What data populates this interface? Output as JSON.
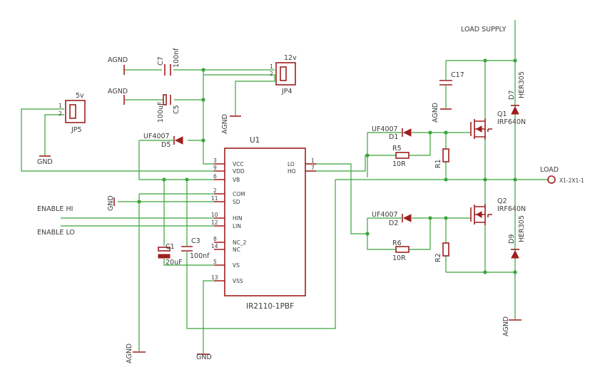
{
  "labels": {
    "load_supply": "LOAD SUPPLY",
    "load": "LOAD",
    "load_conn": "X1-2X1-1",
    "enable_hi": "ENABLE HI",
    "enable_lo": "ENABLE LO",
    "agnd": "AGND",
    "gnd": "GND"
  },
  "u1": {
    "name": "U1",
    "value": "IR2110-1PBF",
    "pins_left": [
      {
        "num": "3",
        "name": "VCC"
      },
      {
        "num": "9",
        "name": "VDD"
      },
      {
        "num": "6",
        "name": "VB"
      },
      {
        "num": "2",
        "name": "COM"
      },
      {
        "num": "11",
        "name": "SD"
      },
      {
        "num": "10",
        "name": "HIN"
      },
      {
        "num": "12",
        "name": "LIN"
      },
      {
        "num": "8",
        "name": "NC_2"
      },
      {
        "num": "14",
        "name": "NC"
      },
      {
        "num": "5",
        "name": "VS"
      },
      {
        "num": "13",
        "name": "VSS"
      }
    ],
    "pins_right": [
      {
        "num": "1",
        "name": "LO"
      },
      {
        "num": "7",
        "name": "HO"
      }
    ]
  },
  "parts": {
    "c7": {
      "name": "C7",
      "value": "100nf"
    },
    "c5": {
      "name": "C5",
      "value": "100uF"
    },
    "c17": {
      "name": "C17"
    },
    "c1": {
      "name": "C1",
      "value": "20uF"
    },
    "c3": {
      "name": "C3",
      "value": "100nf"
    },
    "jp4": {
      "name": "JP4",
      "value": "12v",
      "pin1": "1",
      "pin2": "2"
    },
    "jp5": {
      "name": "JP5",
      "value": "5v",
      "pin1": "1",
      "pin2": "2"
    },
    "d5": {
      "name": "D5",
      "value": "UF4007"
    },
    "d1": {
      "name": "D1",
      "value": "UF4007"
    },
    "d2": {
      "name": "D2",
      "value": "UF4007"
    },
    "r5": {
      "name": "R5",
      "value": "10R"
    },
    "r6": {
      "name": "R6",
      "value": "10R"
    },
    "r1": {
      "name": "R1"
    },
    "r2": {
      "name": "R2"
    },
    "q1": {
      "name": "Q1",
      "value": "IRF640N"
    },
    "q2": {
      "name": "Q2",
      "value": "IRF640N"
    },
    "d7": {
      "name": "D7",
      "value": "HER305"
    },
    "d9": {
      "name": "D9",
      "value": "HER305"
    }
  }
}
